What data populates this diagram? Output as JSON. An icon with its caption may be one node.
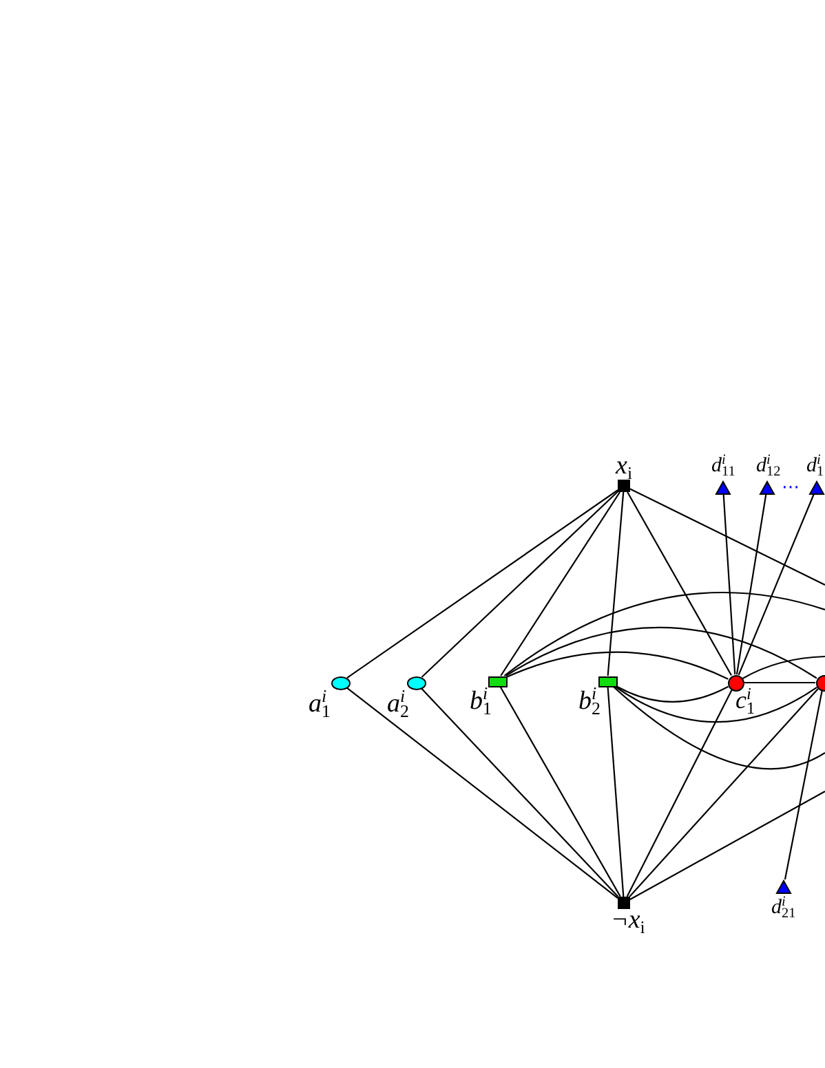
{
  "diagram": {
    "nodes": [
      {
        "text": [
          "x$_{i}$"
        ]
      },
      {
        "text": [
          "d$^{i}$$_{11}$"
        ]
      },
      {
        "text": [
          "d$^{i}$$_{12}$"
        ]
      },
      {
        "text": [
          "d$^{i}$$_{1}$"
        ]
      },
      {
        "text": [
          "a$^{i}$$_{1}$"
        ]
      },
      {
        "text": [
          "a$^{i}$$_{2}$"
        ]
      },
      {
        "text": [
          "b$^{i}$$_{1}$"
        ]
      },
      {
        "text": [
          "b$^{i}$$_{2}$"
        ]
      },
      {
        "text": [
          "c$^{i}$$_{1}$"
        ]
      },
      {
        "text": [],
        "shape": "circle"
      },
      {
        "text": [
          "¬x$_{i}$"
        ]
      },
      {
        "text": [
          "d$^{i}$$_{21}$"
        ]
      }
    ],
    "edges": [
      {
        "from": 0,
        "to": 4,
        "arrow": "none"
      },
      {
        "from": 0,
        "to": 5,
        "arrow": "none"
      },
      {
        "from": 0,
        "to": 6,
        "arrow": "none"
      },
      {
        "from": 0,
        "to": 7,
        "arrow": "none"
      },
      {
        "from": 0,
        "to": 8,
        "arrow": "none"
      },
      {
        "from": 0,
        "to": null,
        "arrow": "none"
      },
      {
        "from": 10,
        "to": 4,
        "arrow": "none"
      },
      {
        "from": 10,
        "to": 5,
        "arrow": "none"
      },
      {
        "from": 10,
        "to": 6,
        "arrow": "none"
      },
      {
        "from": 10,
        "to": 7,
        "arrow": "none"
      },
      {
        "from": 10,
        "to": 8,
        "arrow": "none"
      },
      {
        "from": 10,
        "to": 9,
        "arrow": "none"
      },
      {
        "from": 10,
        "to": null,
        "arrow": "none"
      },
      {
        "from": 1,
        "to": 8,
        "arrow": "none"
      },
      {
        "from": 2,
        "to": 8,
        "arrow": "none"
      },
      {
        "from": 3,
        "to": 8,
        "arrow": "none"
      },
      {
        "from": 11,
        "to": 9,
        "arrow": "none"
      },
      {
        "from": 8,
        "to": 9,
        "arrow": "none"
      },
      {
        "from": 6,
        "to": 8,
        "arrow": "none"
      },
      {
        "from": 6,
        "to": 9,
        "arrow": "none"
      },
      {
        "from": 6,
        "to": null,
        "arrow": "none"
      },
      {
        "from": 7,
        "to": 8,
        "arrow": "none"
      },
      {
        "from": 7,
        "to": 9,
        "arrow": "none"
      },
      {
        "from": 7,
        "to": null,
        "arrow": "none"
      },
      {
        "from": 8,
        "to": null,
        "arrow": "none"
      }
    ],
    "labels": [
      "⋯"
    ]
  }
}
